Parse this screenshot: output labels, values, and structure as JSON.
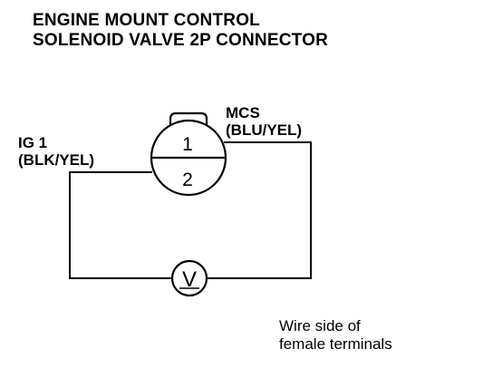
{
  "title": {
    "line1": "ENGINE MOUNT CONTROL",
    "line2": "SOLENOID VALVE 2P CONNECTOR"
  },
  "connector": {
    "pin1": "1",
    "pin2": "2"
  },
  "labels": {
    "mcs_name": "MCS",
    "mcs_wire": "(BLU/YEL)",
    "ig1_name": "IG 1",
    "ig1_wire": "(BLK/YEL)"
  },
  "meter": {
    "symbol": "V",
    "icon": "voltmeter-icon"
  },
  "note": {
    "line1": "Wire side of",
    "line2": "female terminals"
  }
}
